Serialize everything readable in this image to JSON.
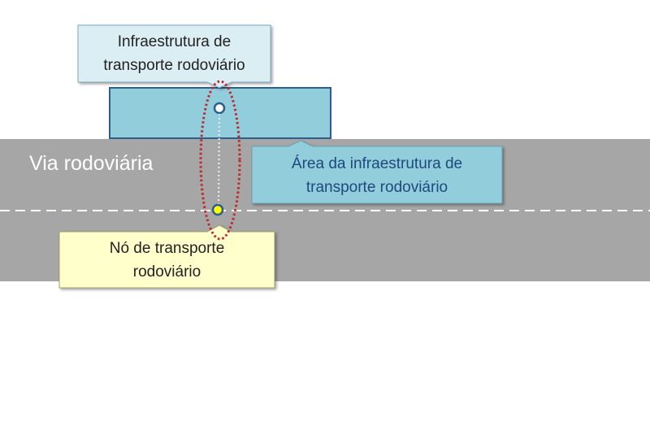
{
  "road_label": "Via rodoviária",
  "callouts": {
    "infrastructure": [
      "Infraestrutura de",
      "transporte rodoviário"
    ],
    "area": [
      "Área da infraestrutura de",
      "transporte rodoviário"
    ],
    "node": [
      "Nó de transporte",
      "rodoviário"
    ]
  },
  "colors": {
    "road": "#a6a6a6",
    "infra": "#92cddc",
    "infra_callout": "#dbeef4",
    "node_callout": "#ffffcc",
    "ellipse": "#c0262d",
    "area_text": "#1f497d"
  }
}
